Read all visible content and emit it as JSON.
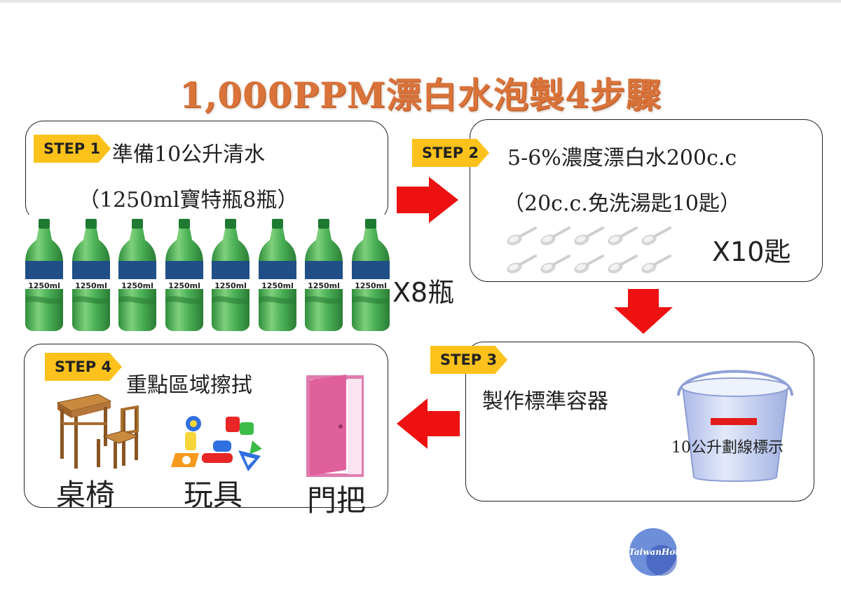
{
  "title": "1,000PPM漂白水泡製4步驟",
  "step1": {
    "badge": "STEP 1",
    "line1": "準備10公升清水",
    "line2": "（1250ml寶特瓶8瓶）",
    "bottle_label": "1250ml",
    "bottle_count": 8,
    "multiplier": "X8瓶"
  },
  "step2": {
    "badge": "STEP 2",
    "line1": "5-6%濃度漂白水200c.c",
    "line2": "（20c.c.免洗湯匙10匙）",
    "spoon_count": 10,
    "multiplier": "X10匙"
  },
  "step3": {
    "badge": "STEP 3",
    "line1": "製作標準容器",
    "bucket_label": "10公升劃線標示"
  },
  "step4": {
    "badge": "STEP 4",
    "line1": "重點區域擦拭",
    "items": [
      "桌椅",
      "玩具",
      "門把"
    ]
  },
  "watermark": "TaiwanHot",
  "colors": {
    "title": "#d9733a",
    "badge": "#fcc21b",
    "arrow": "#ee1111",
    "bottle": "#3aa64a",
    "bottle_band": "#1f4f86",
    "door": "#e0609b",
    "bucket": "#c8d4f2",
    "logo": "#6d8ed8"
  }
}
